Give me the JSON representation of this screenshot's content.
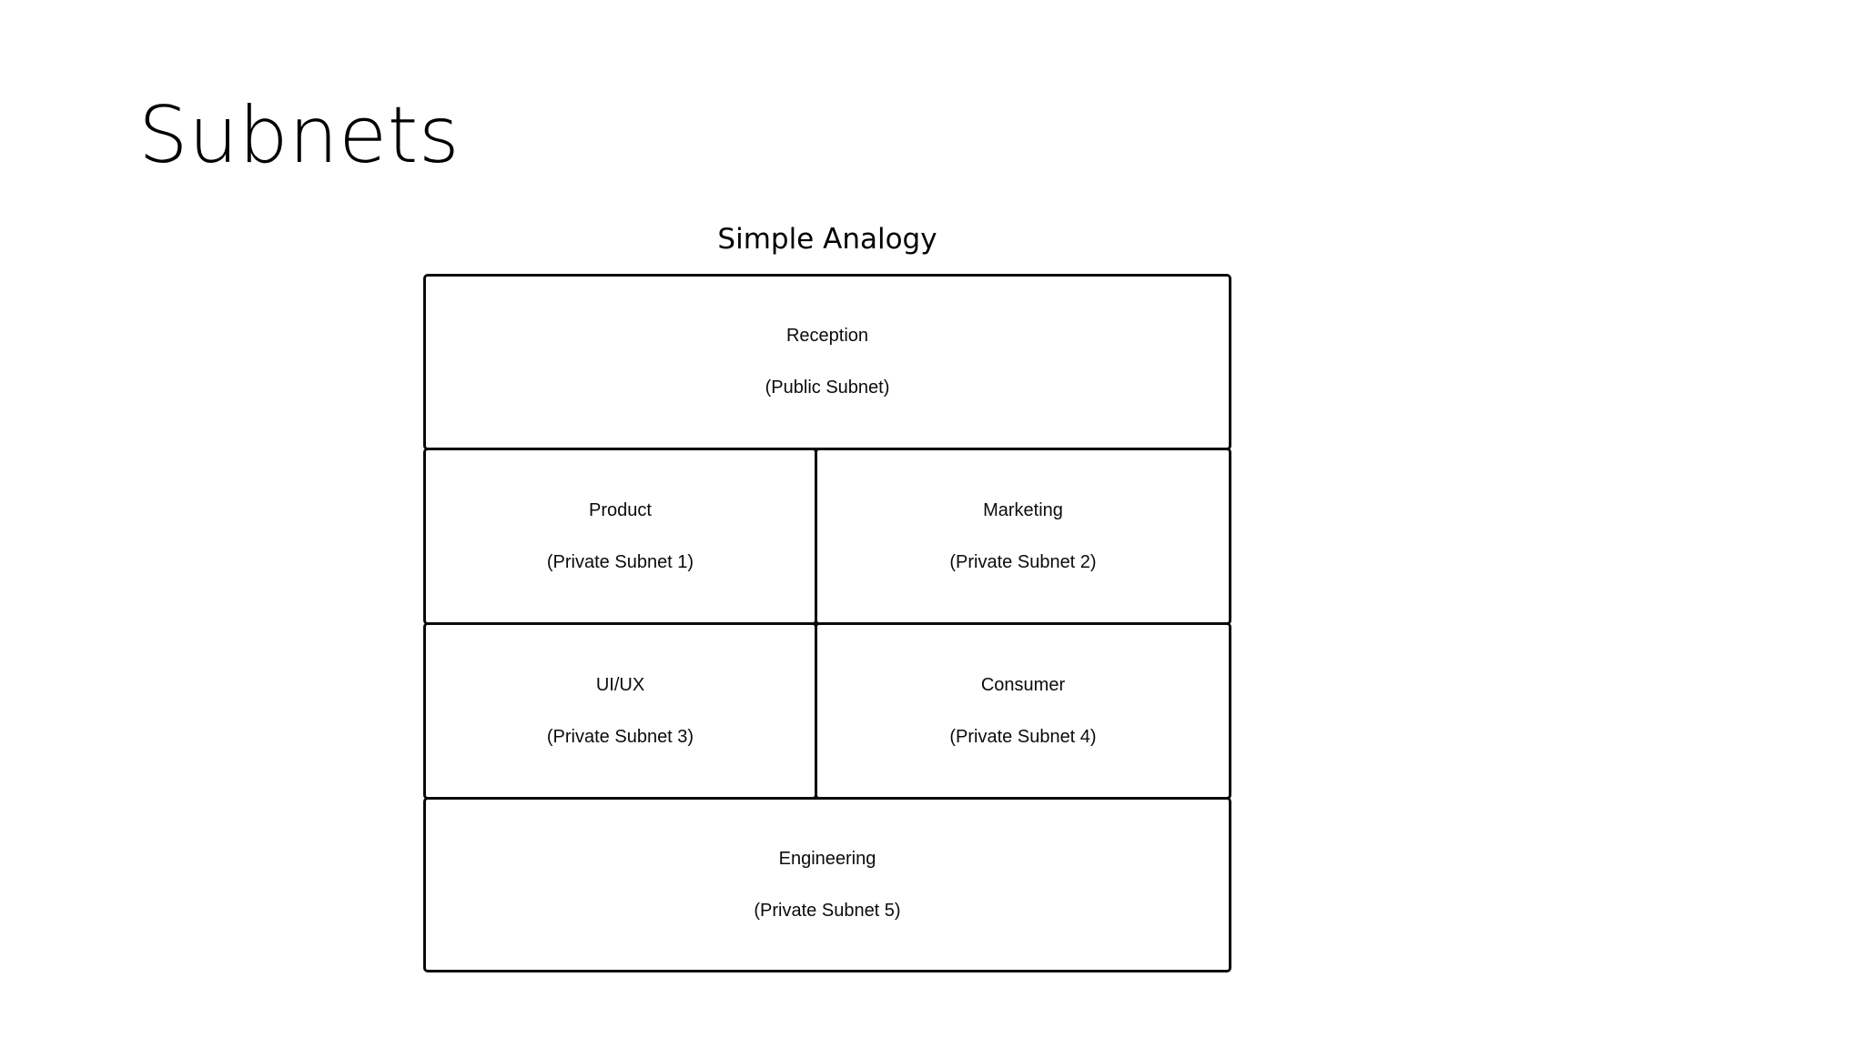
{
  "slide": {
    "title": "Subnets",
    "background_color": "#ffffff",
    "text_color": "#000000"
  },
  "diagram": {
    "caption": "Simple Analogy",
    "border_color": "#0a0a0a",
    "fill_color": "#ffffff",
    "cells": [
      {
        "id": "reception",
        "name": "Reception",
        "subnet": "(Public Subnet)",
        "row": 1,
        "span": "full"
      },
      {
        "id": "product",
        "name": "Product",
        "subnet": "(Private Subnet 1)",
        "row": 2,
        "span": "left"
      },
      {
        "id": "marketing",
        "name": "Marketing",
        "subnet": "(Private Subnet 2)",
        "row": 2,
        "span": "right"
      },
      {
        "id": "uiux",
        "name": "UI/UX",
        "subnet": "(Private Subnet 3)",
        "row": 3,
        "span": "left"
      },
      {
        "id": "consumer",
        "name": "Consumer",
        "subnet": "(Private Subnet 4)",
        "row": 3,
        "span": "right"
      },
      {
        "id": "engineering",
        "name": "Engineering",
        "subnet": "(Private Subnet 5)",
        "row": 4,
        "span": "full"
      }
    ]
  }
}
